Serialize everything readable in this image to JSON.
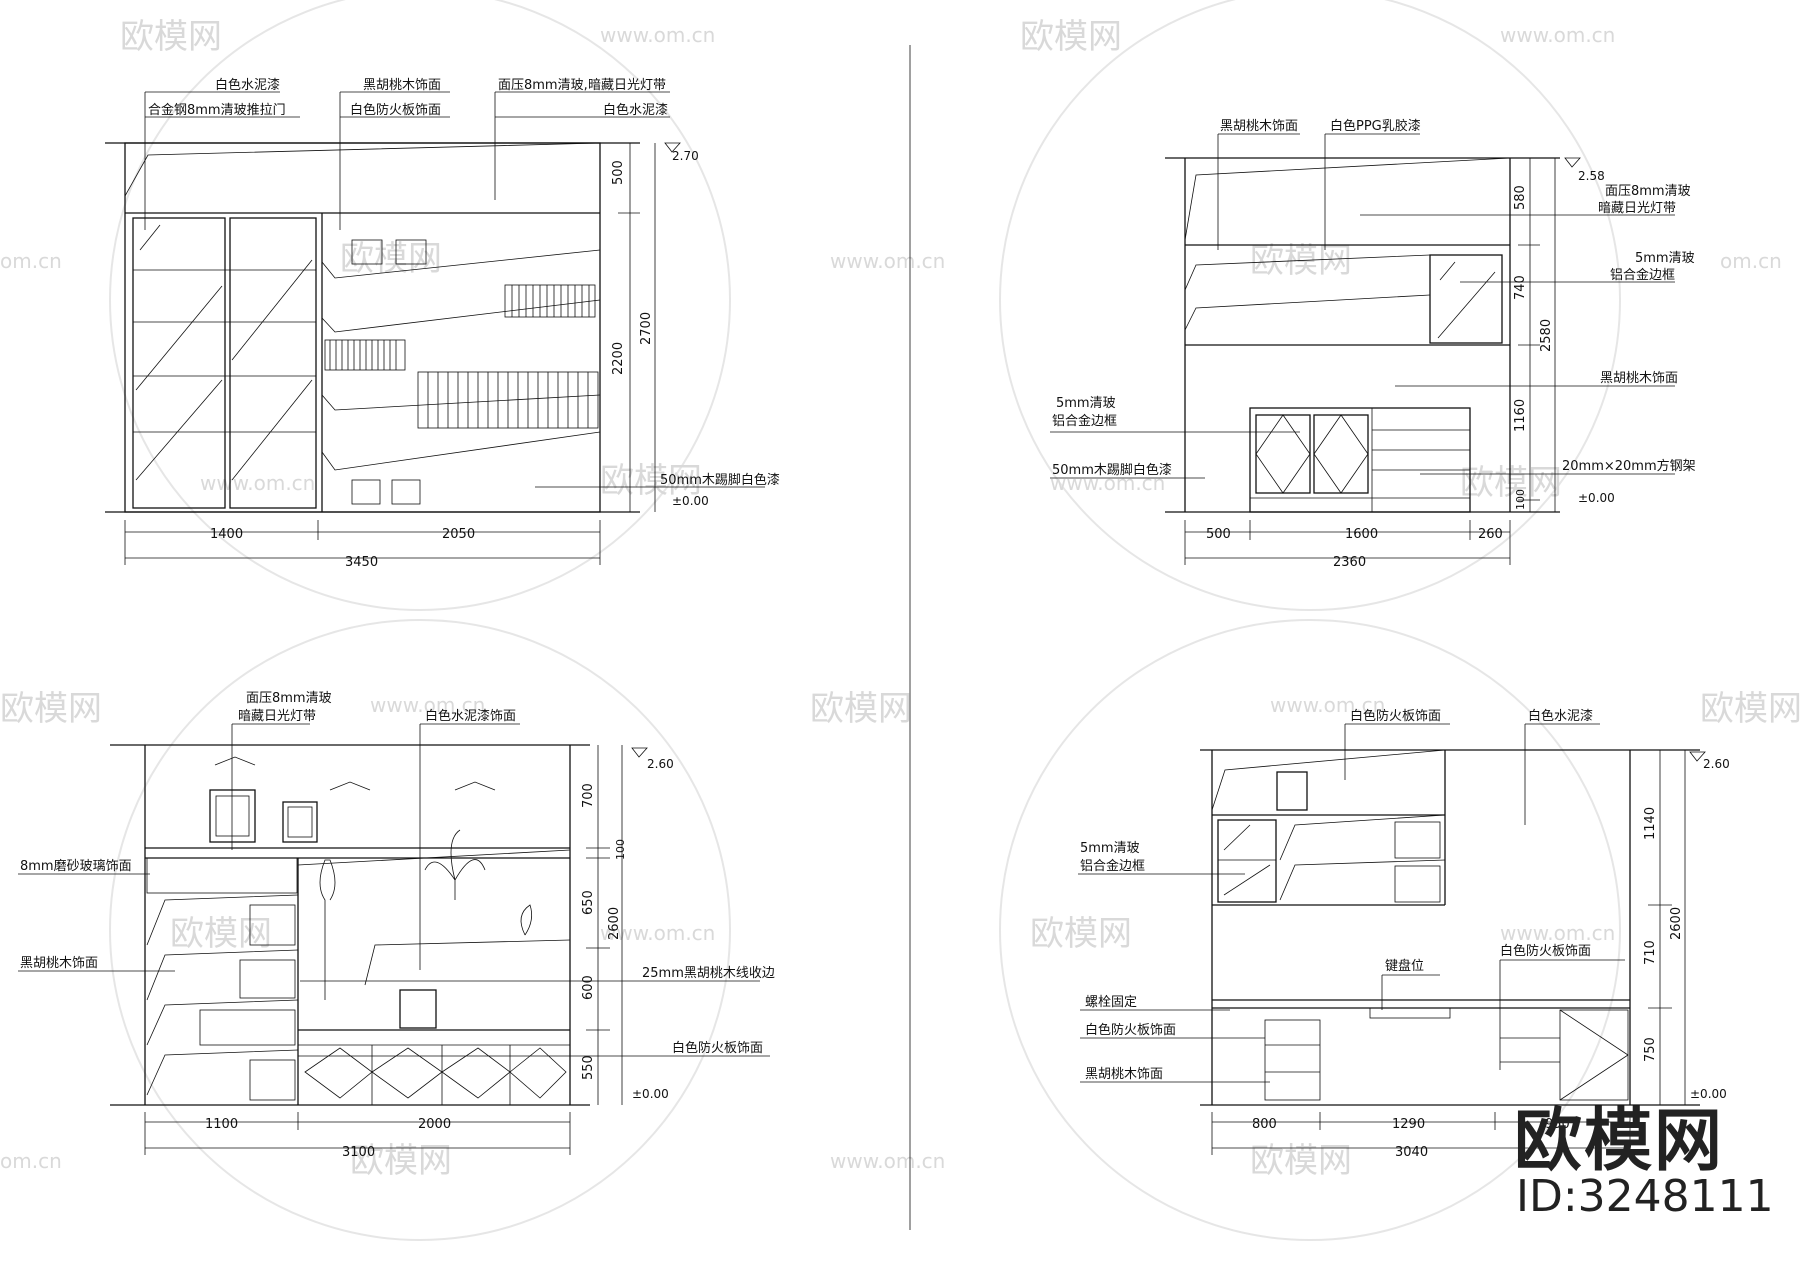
{
  "watermark": {
    "brand": "欧模网",
    "url": "www.om.cn",
    "url_short": "om.cn"
  },
  "logo": {
    "brand": "欧模网",
    "id": "ID:3248111"
  },
  "panels": [
    {
      "key": "tl",
      "labels": [
        "白色水泥漆",
        "合金钢8mm清玻推拉门",
        "黑胡桃木饰面",
        "白色防火板饰面",
        "面压8mm清玻,",
        "暗藏日光灯带",
        "白色水泥漆",
        "50mm木踢脚白色漆"
      ],
      "dims_h": [
        "1400",
        "2050",
        "3450"
      ],
      "dims_v": [
        "500",
        "2200",
        "2700"
      ],
      "levels": [
        "2.70",
        "±0.00"
      ]
    },
    {
      "key": "tr",
      "labels": [
        "黑胡桃木饰面",
        "白色PPG乳胶漆",
        "面压8mm清玻",
        "暗藏日光灯带",
        "5mm清玻",
        "铝合金边框",
        "黑胡桃木饰面",
        "5mm清玻",
        "铝合金边框",
        "50mm木踢脚白色漆",
        "20mm×20mm方钢架"
      ],
      "dims_h": [
        "500",
        "1600",
        "260",
        "2360"
      ],
      "dims_v": [
        "580",
        "740",
        "2580",
        "1160",
        "100"
      ],
      "levels": [
        "2.58",
        "±0.00"
      ]
    },
    {
      "key": "bl",
      "labels": [
        "面压8mm清玻",
        "暗藏日光灯带",
        "白色水泥漆饰面",
        "8mm磨砂玻璃饰面",
        "黑胡桃木饰面",
        "25mm黑胡桃木线收边",
        "白色防火板饰面"
      ],
      "dims_h": [
        "1100",
        "2000",
        "3100"
      ],
      "dims_v": [
        "700",
        "100",
        "650",
        "2600",
        "600",
        "550"
      ],
      "levels": [
        "2.60",
        "±0.00"
      ]
    },
    {
      "key": "br",
      "labels": [
        "白色防火板饰面",
        "白色水泥漆",
        "5mm清玻",
        "铝合金边框",
        "键盘位",
        "白色防火板饰面",
        "螺栓固定",
        "白色防火板饰面",
        "黑胡桃木饰面"
      ],
      "dims_h": [
        "800",
        "1290",
        "950",
        "3040"
      ],
      "dims_v": [
        "1140",
        "2600",
        "710",
        "750"
      ],
      "levels": [
        "2.60",
        "±0.00"
      ]
    }
  ]
}
